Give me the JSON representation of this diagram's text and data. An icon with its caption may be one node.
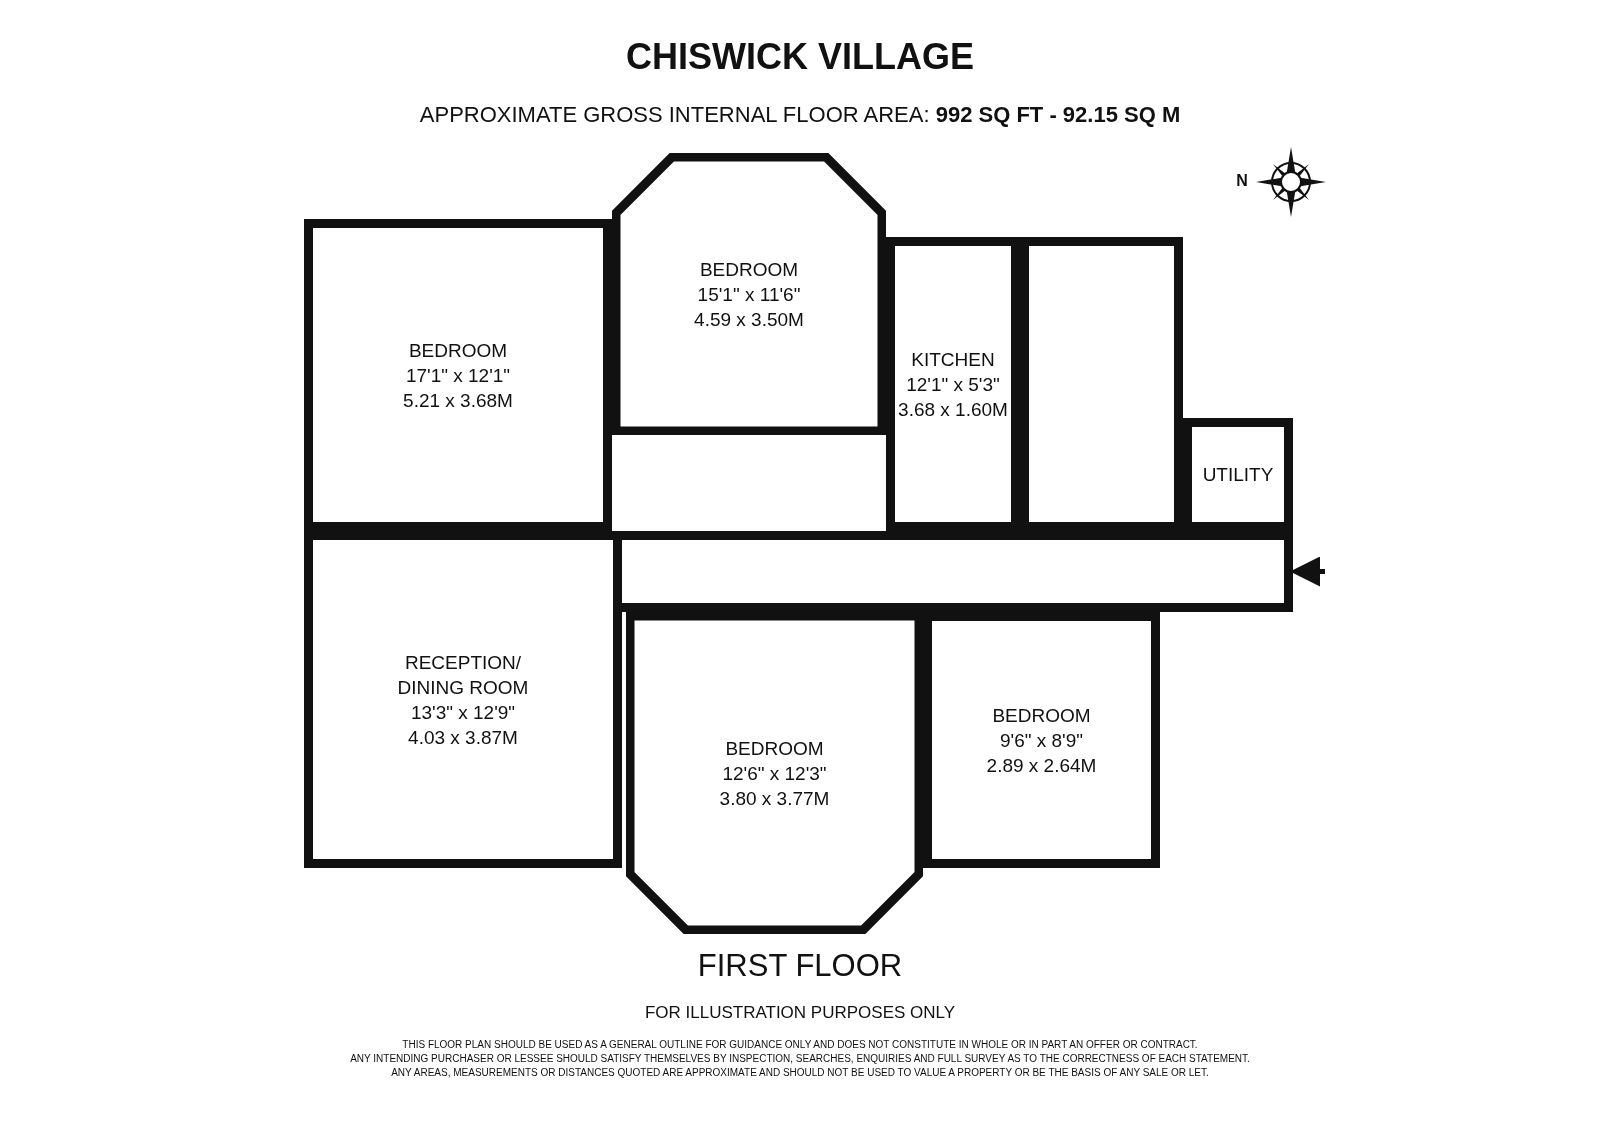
{
  "diagram": {
    "title": "CHISWICK VILLAGE",
    "nodes": [
      {
        "text": [
          "BEDROOM",
          "17'1\" x 12'1\"",
          "5.21 x 3.68M"
        ]
      },
      {
        "text": [
          "BEDROOM",
          "15'1\" x 11'6\"",
          "4.59 x 3.50M"
        ]
      },
      {
        "text": [
          "KITCHEN",
          "12'1\" x 5'3\"",
          "3.68 x 1.60M"
        ]
      },
      {
        "text": [],
        "shape": "box"
      },
      {
        "text": [
          "UTILITY"
        ]
      },
      {
        "text": [],
        "shape": "box"
      },
      {
        "text": [
          "RECEPTION/ DINING ROOM",
          "13'3\" x 12'9\"",
          "4.03 x 3.87M"
        ]
      },
      {
        "text": [
          "BEDROOM",
          "12'6\" x 12'3\"",
          "3.80 x 3.77M"
        ]
      },
      {
        "text": [
          "BEDROOM",
          "9'6\" x 8'9\"",
          "2.89 x 2.64M"
        ]
      }
    ],
    "edges": [
      {
        "from": null,
        "to": 5,
        "arrow": "to"
      }
    ],
    "labels": [
      "APPROXIMATE GROSS INTERNAL FLOOR AREA: **992 SQ FT - 92.15 SQ M**",
      "N",
      "FIRST FLOOR",
      "FOR ILLUSTRATION PURPOSES ONLY",
      "THIS FLOOR PLAN SHOULD BE USED AS A GENERAL OUTLINE FOR GUIDANCE ONLY AND DOES NOT CONSTITUTE IN WHOLE OR IN PART AN OFFER OR CONTRACT.",
      "ANY INTENDING PURCHASER OR LESSEE SHOULD SATISFY THEMSELVES BY INSPECTION, SEARCHES, ENQUIRIES AND FULL SURVEY AS TO THE CORRECTNESS OF EACH STATEMENT.",
      "ANY AREAS, MEASUREMENTS OR DISTANCES QUOTED ARE APPROXIMATE AND SHOULD NOT BE USED TO VALUE A PROPERTY OR BE THE BASIS OF ANY SALE OR LET."
    ]
  }
}
